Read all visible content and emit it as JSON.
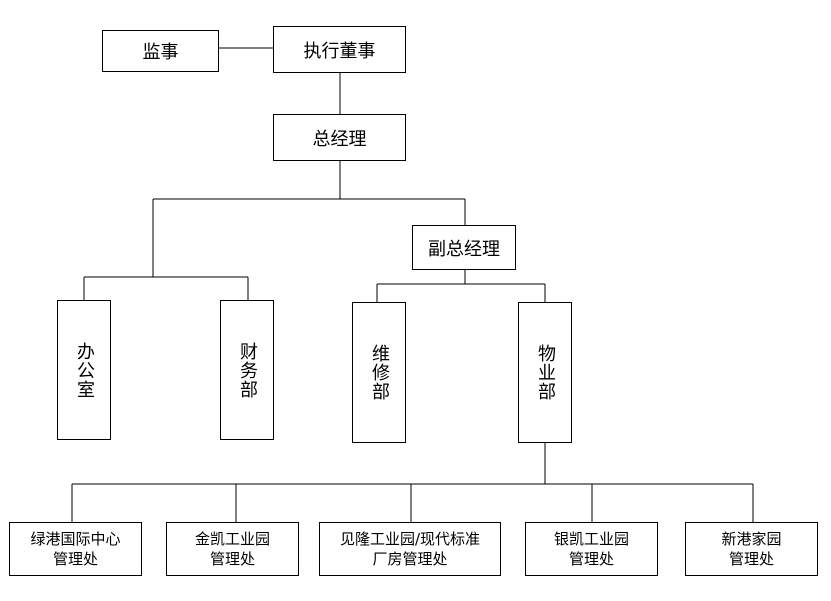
{
  "org_chart": {
    "supervisor": "监事",
    "executive_director": "执行董事",
    "general_manager": "总经理",
    "deputy_general_manager": "副总经理",
    "office": "办公室",
    "finance_department": "财务部",
    "maintenance_department": "维修部",
    "property_department": "物业部",
    "park_offices": [
      "绿港国际中心\n管理处",
      "金凯工业园\n管理处",
      "见隆工业园/现代标准\n厂房管理处",
      "银凯工业园\n管理处",
      "新港家园\n管理处"
    ]
  }
}
